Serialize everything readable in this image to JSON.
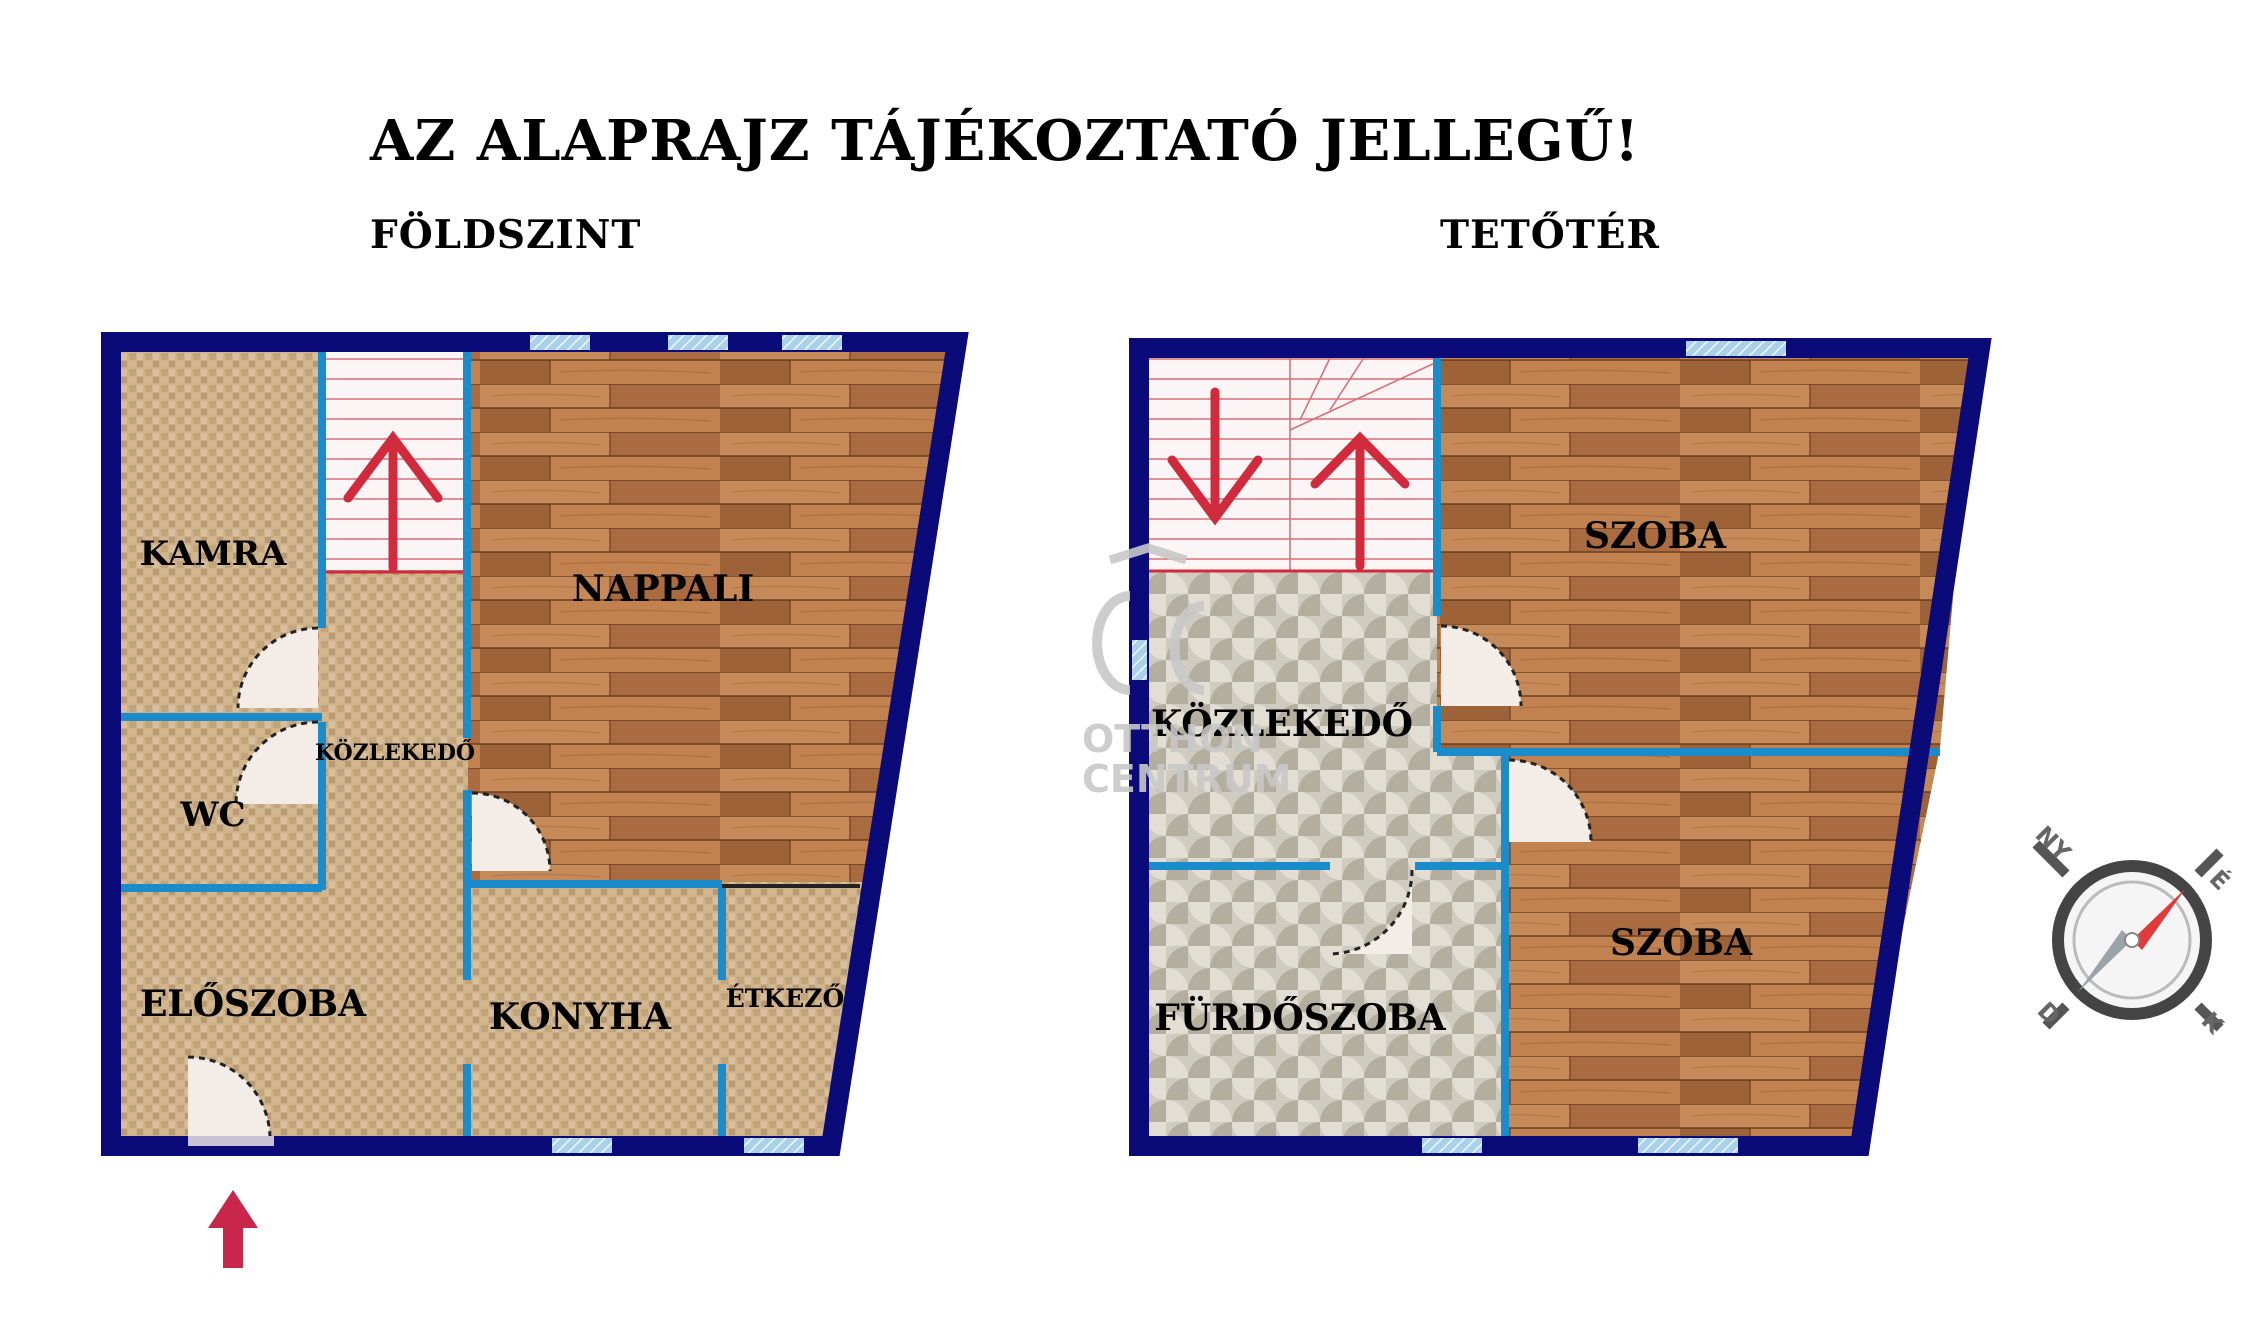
{
  "title": "AZ ALAPRAJZ TÁJÉKOZTATÓ JELLEGŰ!",
  "floors": {
    "ground": {
      "title": "FÖLDSZINT",
      "rooms": {
        "kamra": "KAMRA",
        "wc": "WC",
        "kozlekedo": "KÖZLEKEDŐ",
        "nappali": "NAPPALI",
        "eloszoba": "ELŐSZOBA",
        "konyha": "KONYHA",
        "etkezo": "ÉTKEZŐ"
      }
    },
    "attic": {
      "title": "TETŐTÉR",
      "rooms": {
        "szoba1": "SZOBA",
        "kozlekedo": "KÖZLEKEDŐ",
        "szoba2": "SZOBA",
        "furdoszoba": "FÜRDŐSZOBA"
      }
    }
  },
  "watermark": {
    "line1": "OTTHON",
    "line2": "CENTRUM"
  },
  "compass": {
    "north": "É",
    "east": "K",
    "south": "D",
    "west": "NY"
  },
  "colors": {
    "outer_wall": "#0a0a78",
    "inner_wall": "#1a8ccc",
    "window": "#9ccbe8",
    "arrow": "#d02a3c",
    "entrance_arrow": "#c8264a"
  }
}
